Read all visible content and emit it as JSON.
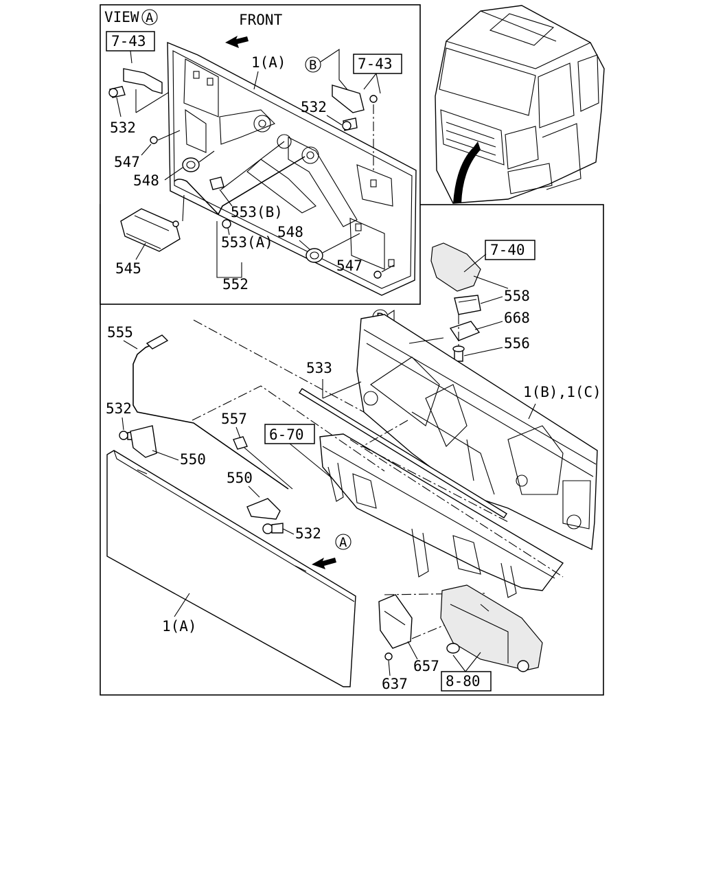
{
  "view": {
    "label": "VIEW",
    "circle": "A"
  },
  "front": "FRONT",
  "circle_a": "A",
  "circle_b": "B",
  "boxed_refs": {
    "r1": "7-43",
    "r2": "7-43",
    "r3": "7-40",
    "r4": "6-70",
    "r5": "8-80"
  },
  "labels": {
    "p1a_top": "1(A)",
    "p532_a": "532",
    "p532_b": "532",
    "p547_a": "547",
    "p548_a": "548",
    "p553b": "553(B)",
    "p553a": "553(A)",
    "p548_b": "548",
    "p545": "545",
    "p547_b": "547",
    "p552": "552",
    "p558": "558",
    "p668": "668",
    "p556": "556",
    "p555": "555",
    "p533": "533",
    "p1bc": "1(B),1(C)",
    "p532_c": "532",
    "p557": "557",
    "p550_a": "550",
    "p550_b": "550",
    "p532_d": "532",
    "p1a_bottom": "1(A)",
    "p657": "657",
    "p637": "637"
  }
}
